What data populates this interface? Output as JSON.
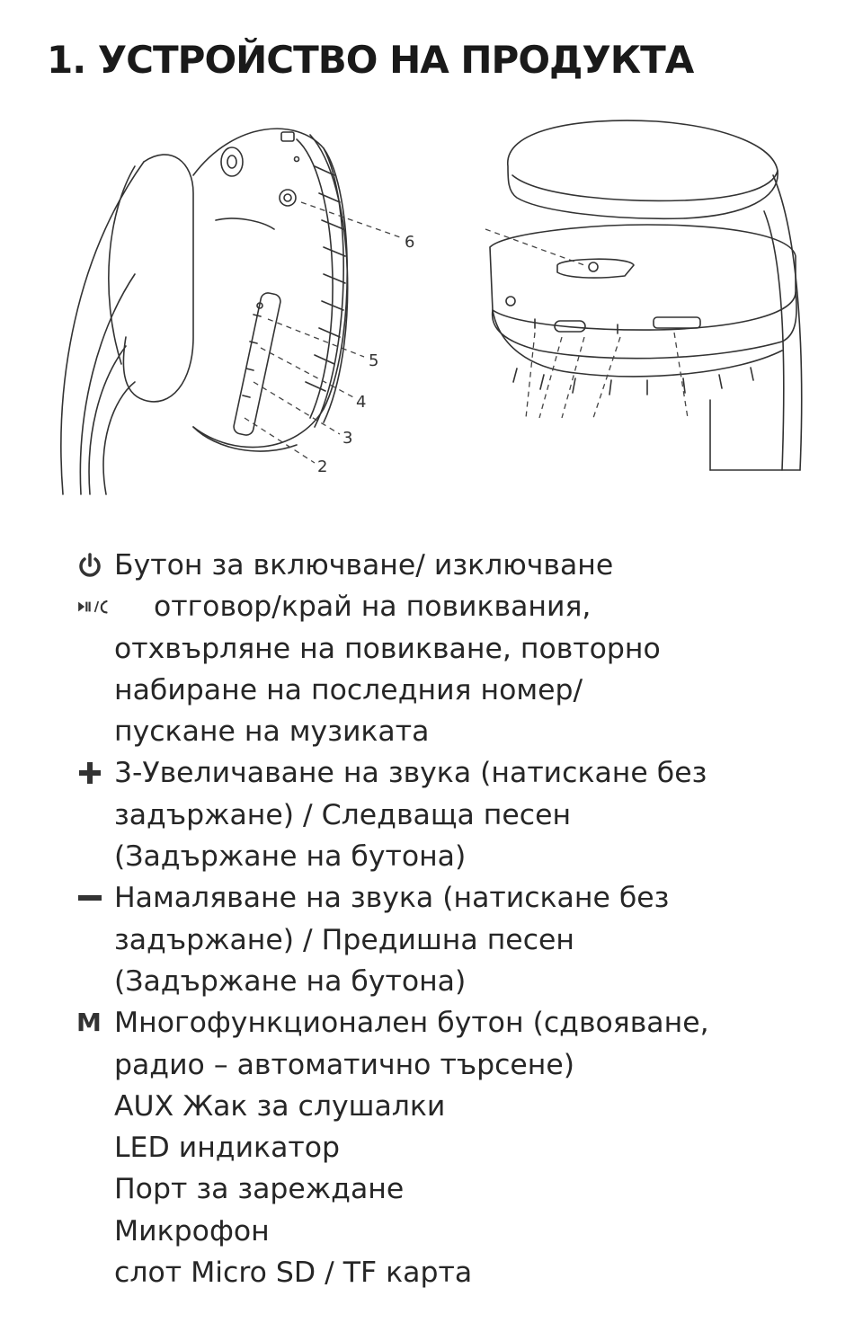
{
  "title": "1. УСТРОЙСТВО НА ПРОДУКТА",
  "figure": {
    "callouts": [
      "6",
      "5",
      "4",
      "3",
      "2"
    ]
  },
  "items": [
    {
      "icon": "power-icon",
      "lines": [
        "Бутон за включване/ изключване"
      ]
    },
    {
      "icon": "play-pause-call-icon",
      "lines": [
        "отговор/край на повиквания,",
        "отхвърляне на повикване, повторно",
        "набиране на последния номер/",
        "пускане на музиката"
      ]
    },
    {
      "icon": "plus-icon",
      "lines": [
        "3-Увеличаване на звука (натискане без",
        "задържане) / Следваща песен",
        "(Задържане на бутона)"
      ]
    },
    {
      "icon": "minus-icon",
      "lines": [
        "Намаляване на звука (натискане без",
        "задържане) / Предишна песен",
        "(Задържане на бутона)"
      ]
    },
    {
      "icon": "mode-m-icon",
      "icon_text": "M",
      "lines": [
        "Многофункционален бутон (сдвояване,",
        "радио – автоматично търсене)",
        "AUX Жак за слушалки",
        "LED индикатор",
        "Порт за зареждане",
        "Микрофон",
        "слот Micro SD / TF карта"
      ]
    }
  ]
}
